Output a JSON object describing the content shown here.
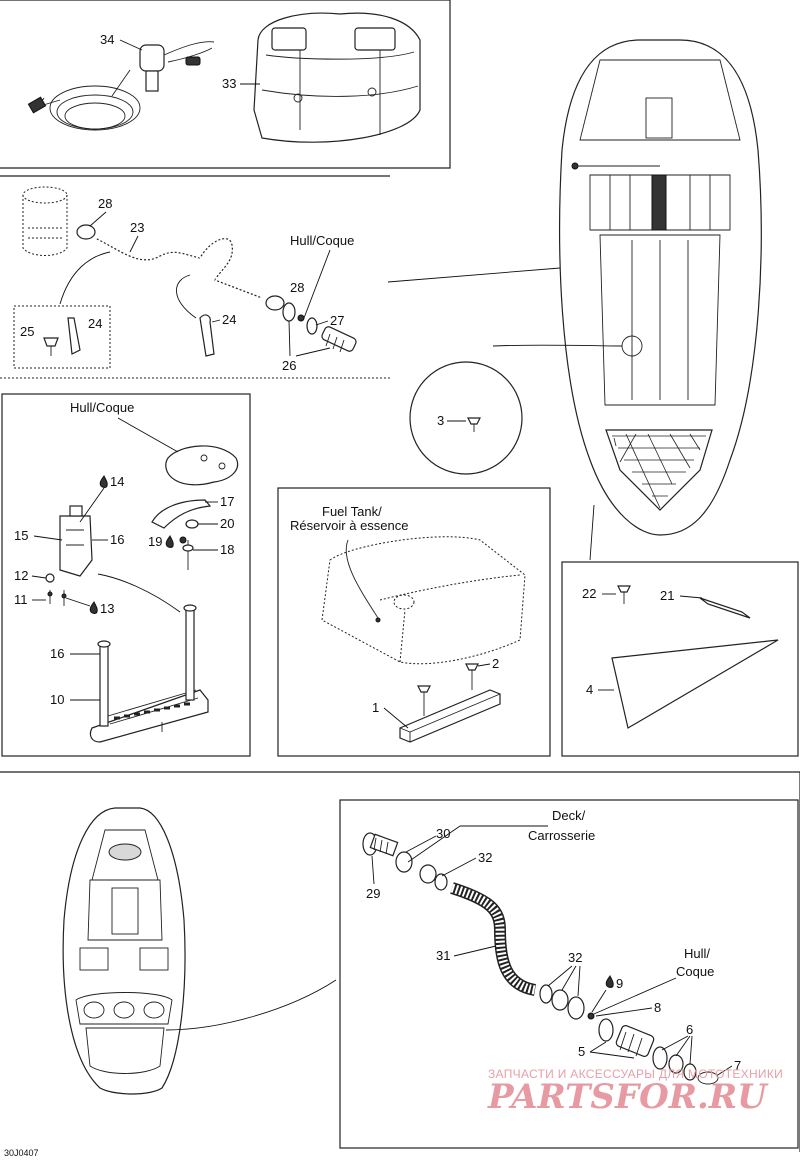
{
  "diagram_code": "30J0407",
  "watermark": {
    "line1": "ЗАПЧАСТИ И АКСЕССУАРЫ ДЛЯ МОТОТЕХНИКИ",
    "line2": "PARTSFOR.RU"
  },
  "captions": {
    "hull_coque_a": "Hull/Coque",
    "hull_coque_b": "Hull/Coque",
    "hull_b": "Hull/",
    "coque_b": "Coque",
    "fuel_tank": "Fuel Tank/",
    "reservoir": "Réservoir à essence",
    "deck": "Deck/",
    "carrosserie": "Carrosserie"
  },
  "callouts": {
    "p1": "1",
    "p2": "2",
    "p3": "3",
    "p4": "4",
    "p5": "5",
    "p6": "6",
    "p7": "7",
    "p8": "8",
    "p9": "9",
    "p10": "10",
    "p11": "11",
    "p12": "12",
    "p13": "13",
    "p14": "14",
    "p15": "15",
    "p16a": "16",
    "p16b": "16",
    "p17": "17",
    "p18": "18",
    "p19": "19",
    "p20": "20",
    "p21": "21",
    "p22": "22",
    "p23": "23",
    "p24a": "24",
    "p24b": "24",
    "p25": "25",
    "p26": "26",
    "p27": "27",
    "p28a": "28",
    "p28b": "28",
    "p29": "29",
    "p30": "30",
    "p31": "31",
    "p32a": "32",
    "p32b": "32",
    "p33": "33",
    "p34": "34"
  },
  "icons": {
    "adhesive": "droplet-icon"
  }
}
